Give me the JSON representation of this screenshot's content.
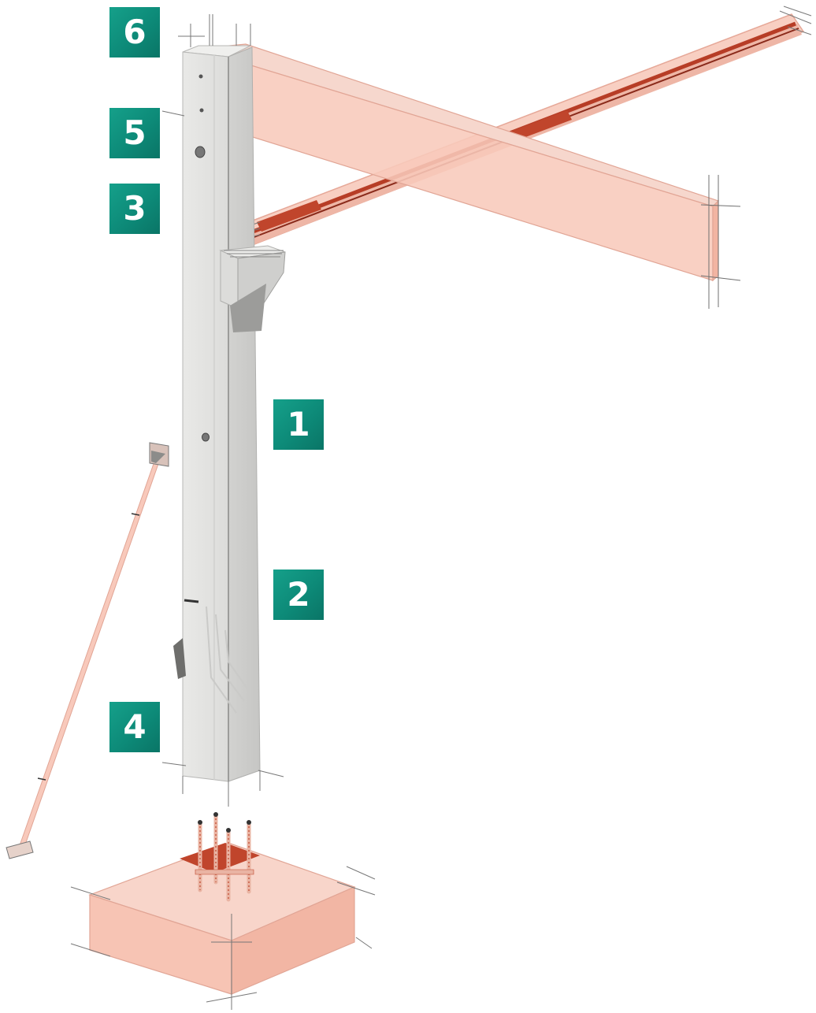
{
  "colors": {
    "badge": "#0d8a78",
    "badge_text": "#ffffff",
    "concrete": "#e2e2e0",
    "ghost_fill": "#f8c9bb",
    "ghost_edge": "#e8a08c",
    "rebar": "#c0452c"
  },
  "badges": [
    {
      "id": "6",
      "label": "6"
    },
    {
      "id": "5",
      "label": "5"
    },
    {
      "id": "3",
      "label": "3"
    },
    {
      "id": "1",
      "label": "1"
    },
    {
      "id": "2",
      "label": "2"
    },
    {
      "id": "4",
      "label": "4"
    }
  ],
  "components": {
    "column": "precast-column",
    "corbel": "column-corbel",
    "main_beam": "crossing-beam",
    "secondary_beam": "rebar-beam",
    "brace": "temporary-brace",
    "footing": "foundation-block",
    "starter_bars": "starter-bars"
  }
}
